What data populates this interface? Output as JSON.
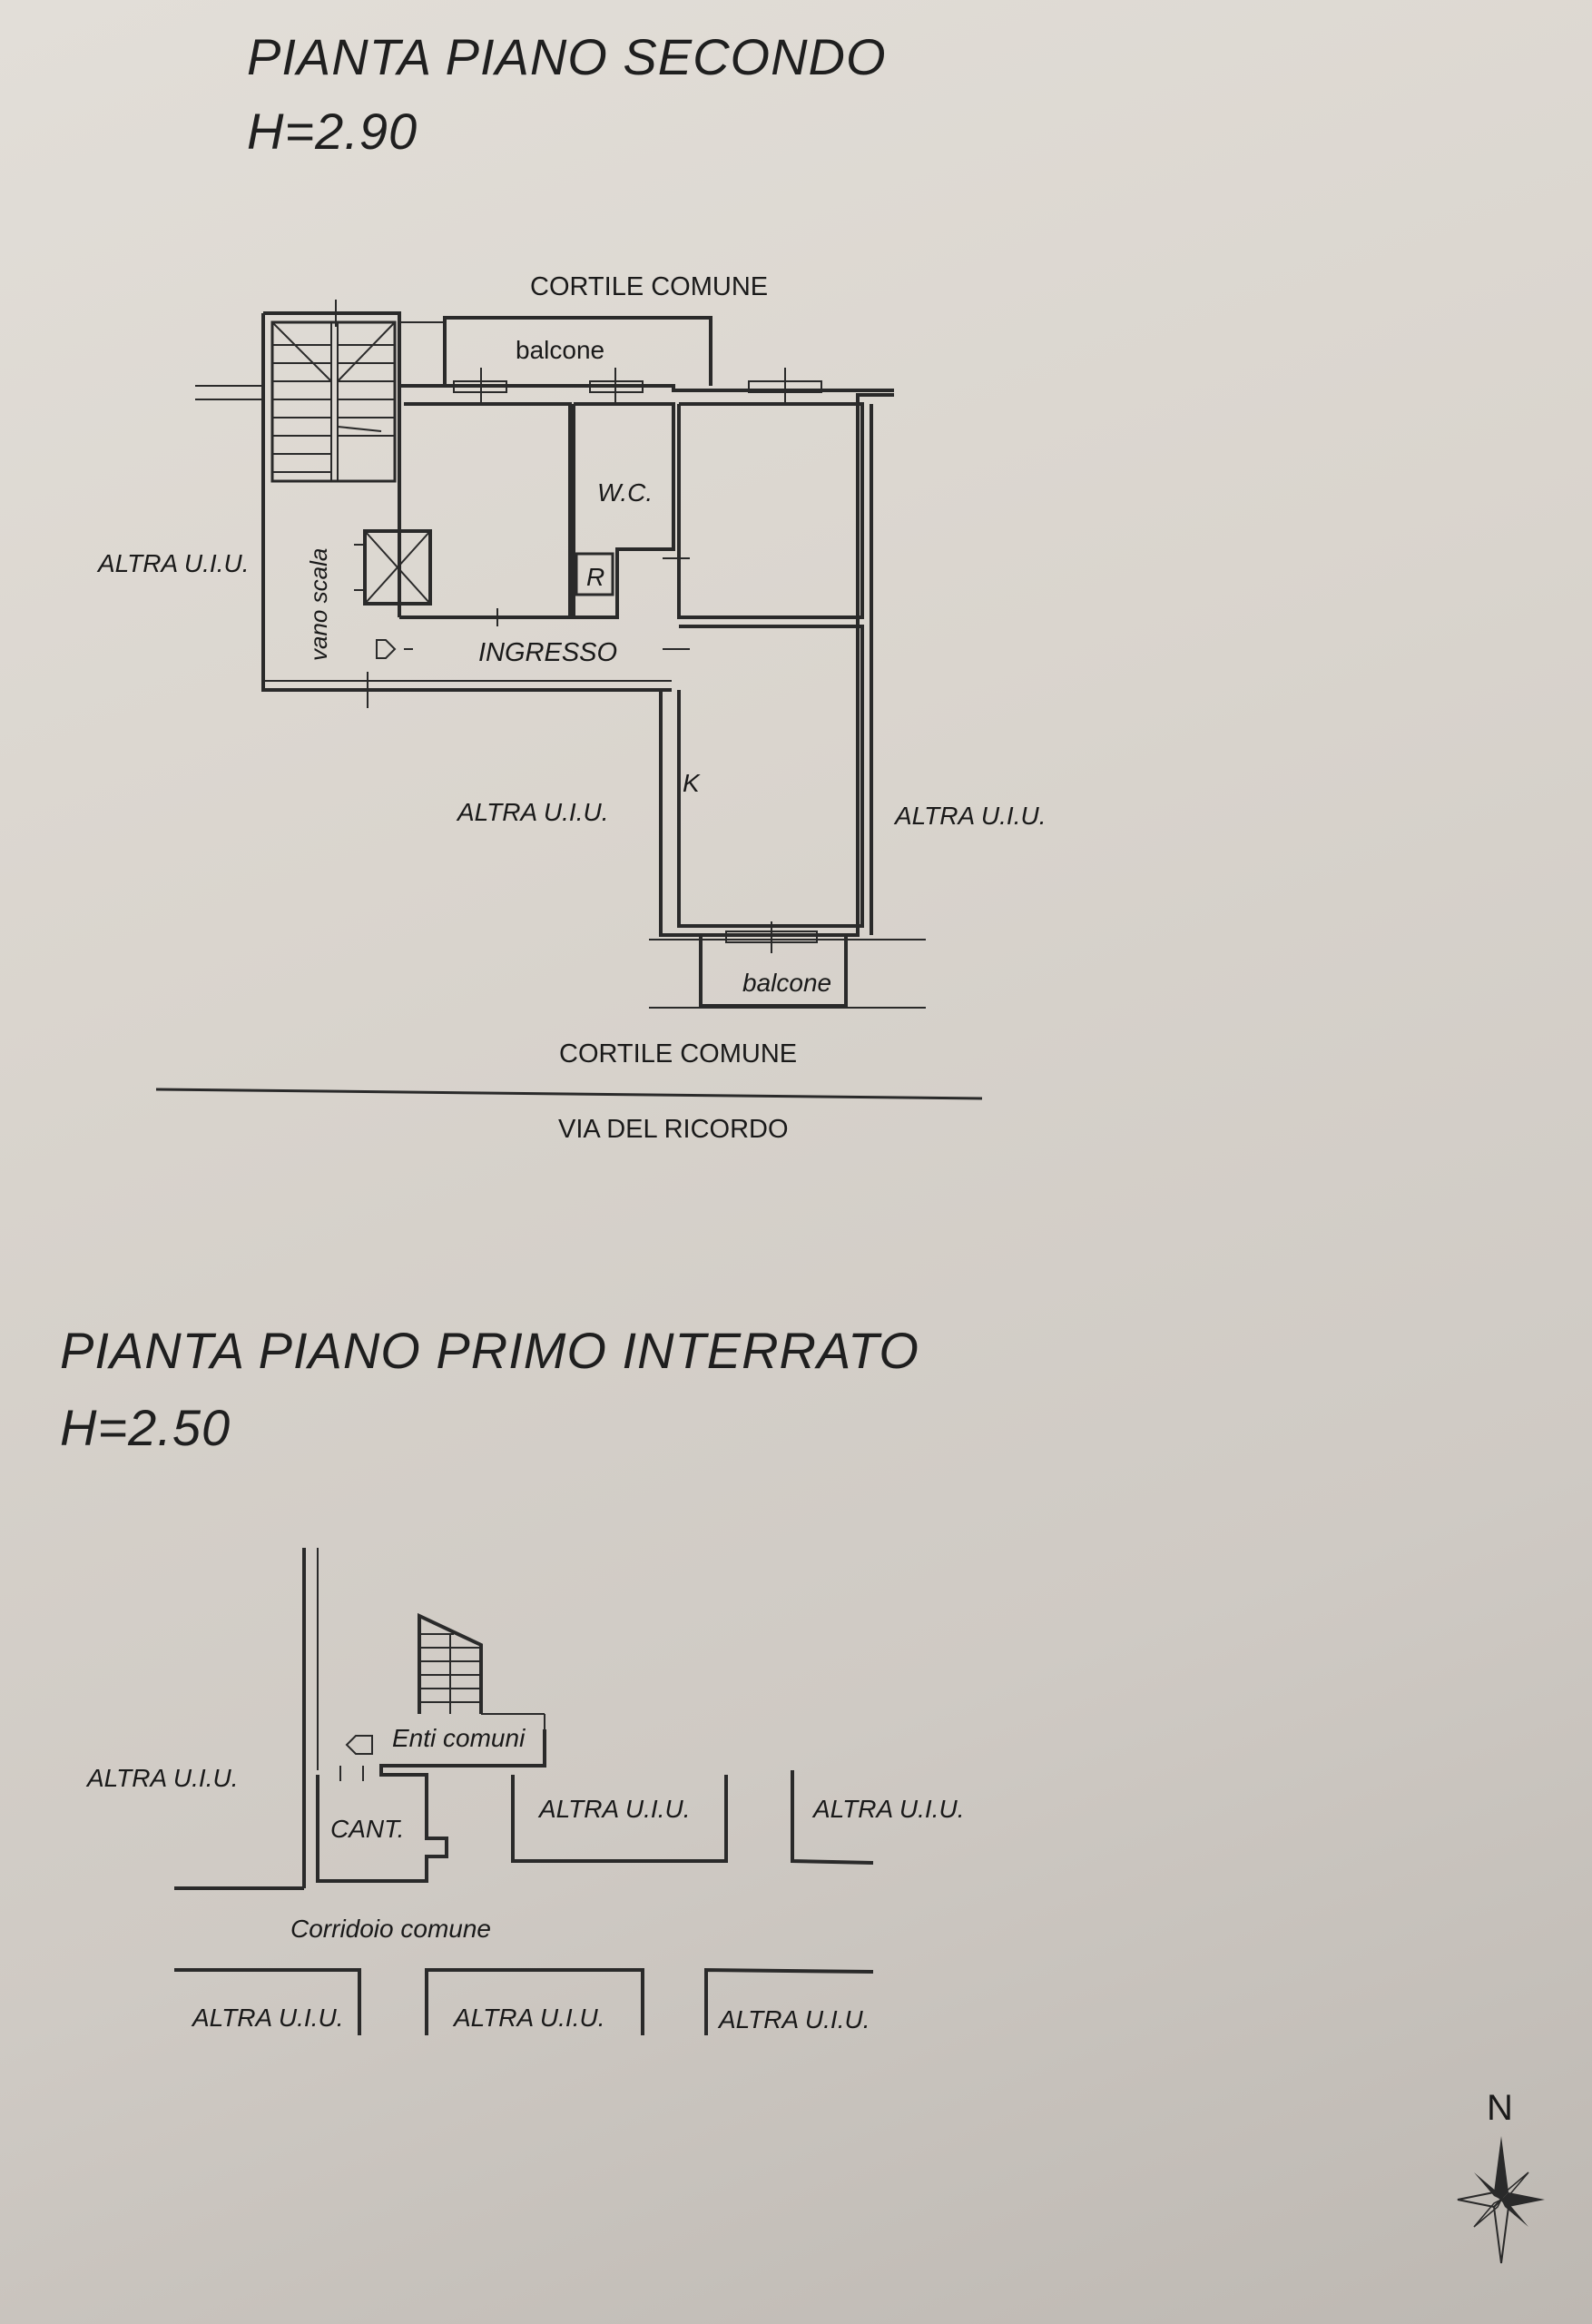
{
  "plan_second": {
    "title": "PIANTA PIANO SECONDO",
    "height": "H=2.90",
    "labels": {
      "cortile_top": "CORTILE COMUNE",
      "balcone_top": "balcone",
      "wc": "W.C.",
      "r": "R",
      "altra_left": "ALTRA U.I.U.",
      "vano_scala": "vano scala",
      "ingresso": "INGRESSO",
      "k": "K",
      "altra_mid": "ALTRA U.I.U.",
      "altra_right": "ALTRA U.I.U.",
      "balcone_bottom": "balcone",
      "cortile_bottom": "CORTILE COMUNE",
      "via": "VIA DEL RICORDO"
    }
  },
  "plan_basement": {
    "title": "PIANTA PIANO PRIMO INTERRATO",
    "height": "H=2.50",
    "labels": {
      "altra_left": "ALTRA U.I.U.",
      "enti_comuni": "Enti comuni",
      "cant": "CANT.",
      "altra_mid": "ALTRA U.I.U.",
      "altra_right": "ALTRA U.I.U.",
      "corridoio": "Corridoio comune",
      "altra_b1": "ALTRA U.I.U.",
      "altra_b2": "ALTRA U.I.U.",
      "altra_b3": "ALTRA U.I.U."
    }
  },
  "compass": {
    "label": "N"
  }
}
